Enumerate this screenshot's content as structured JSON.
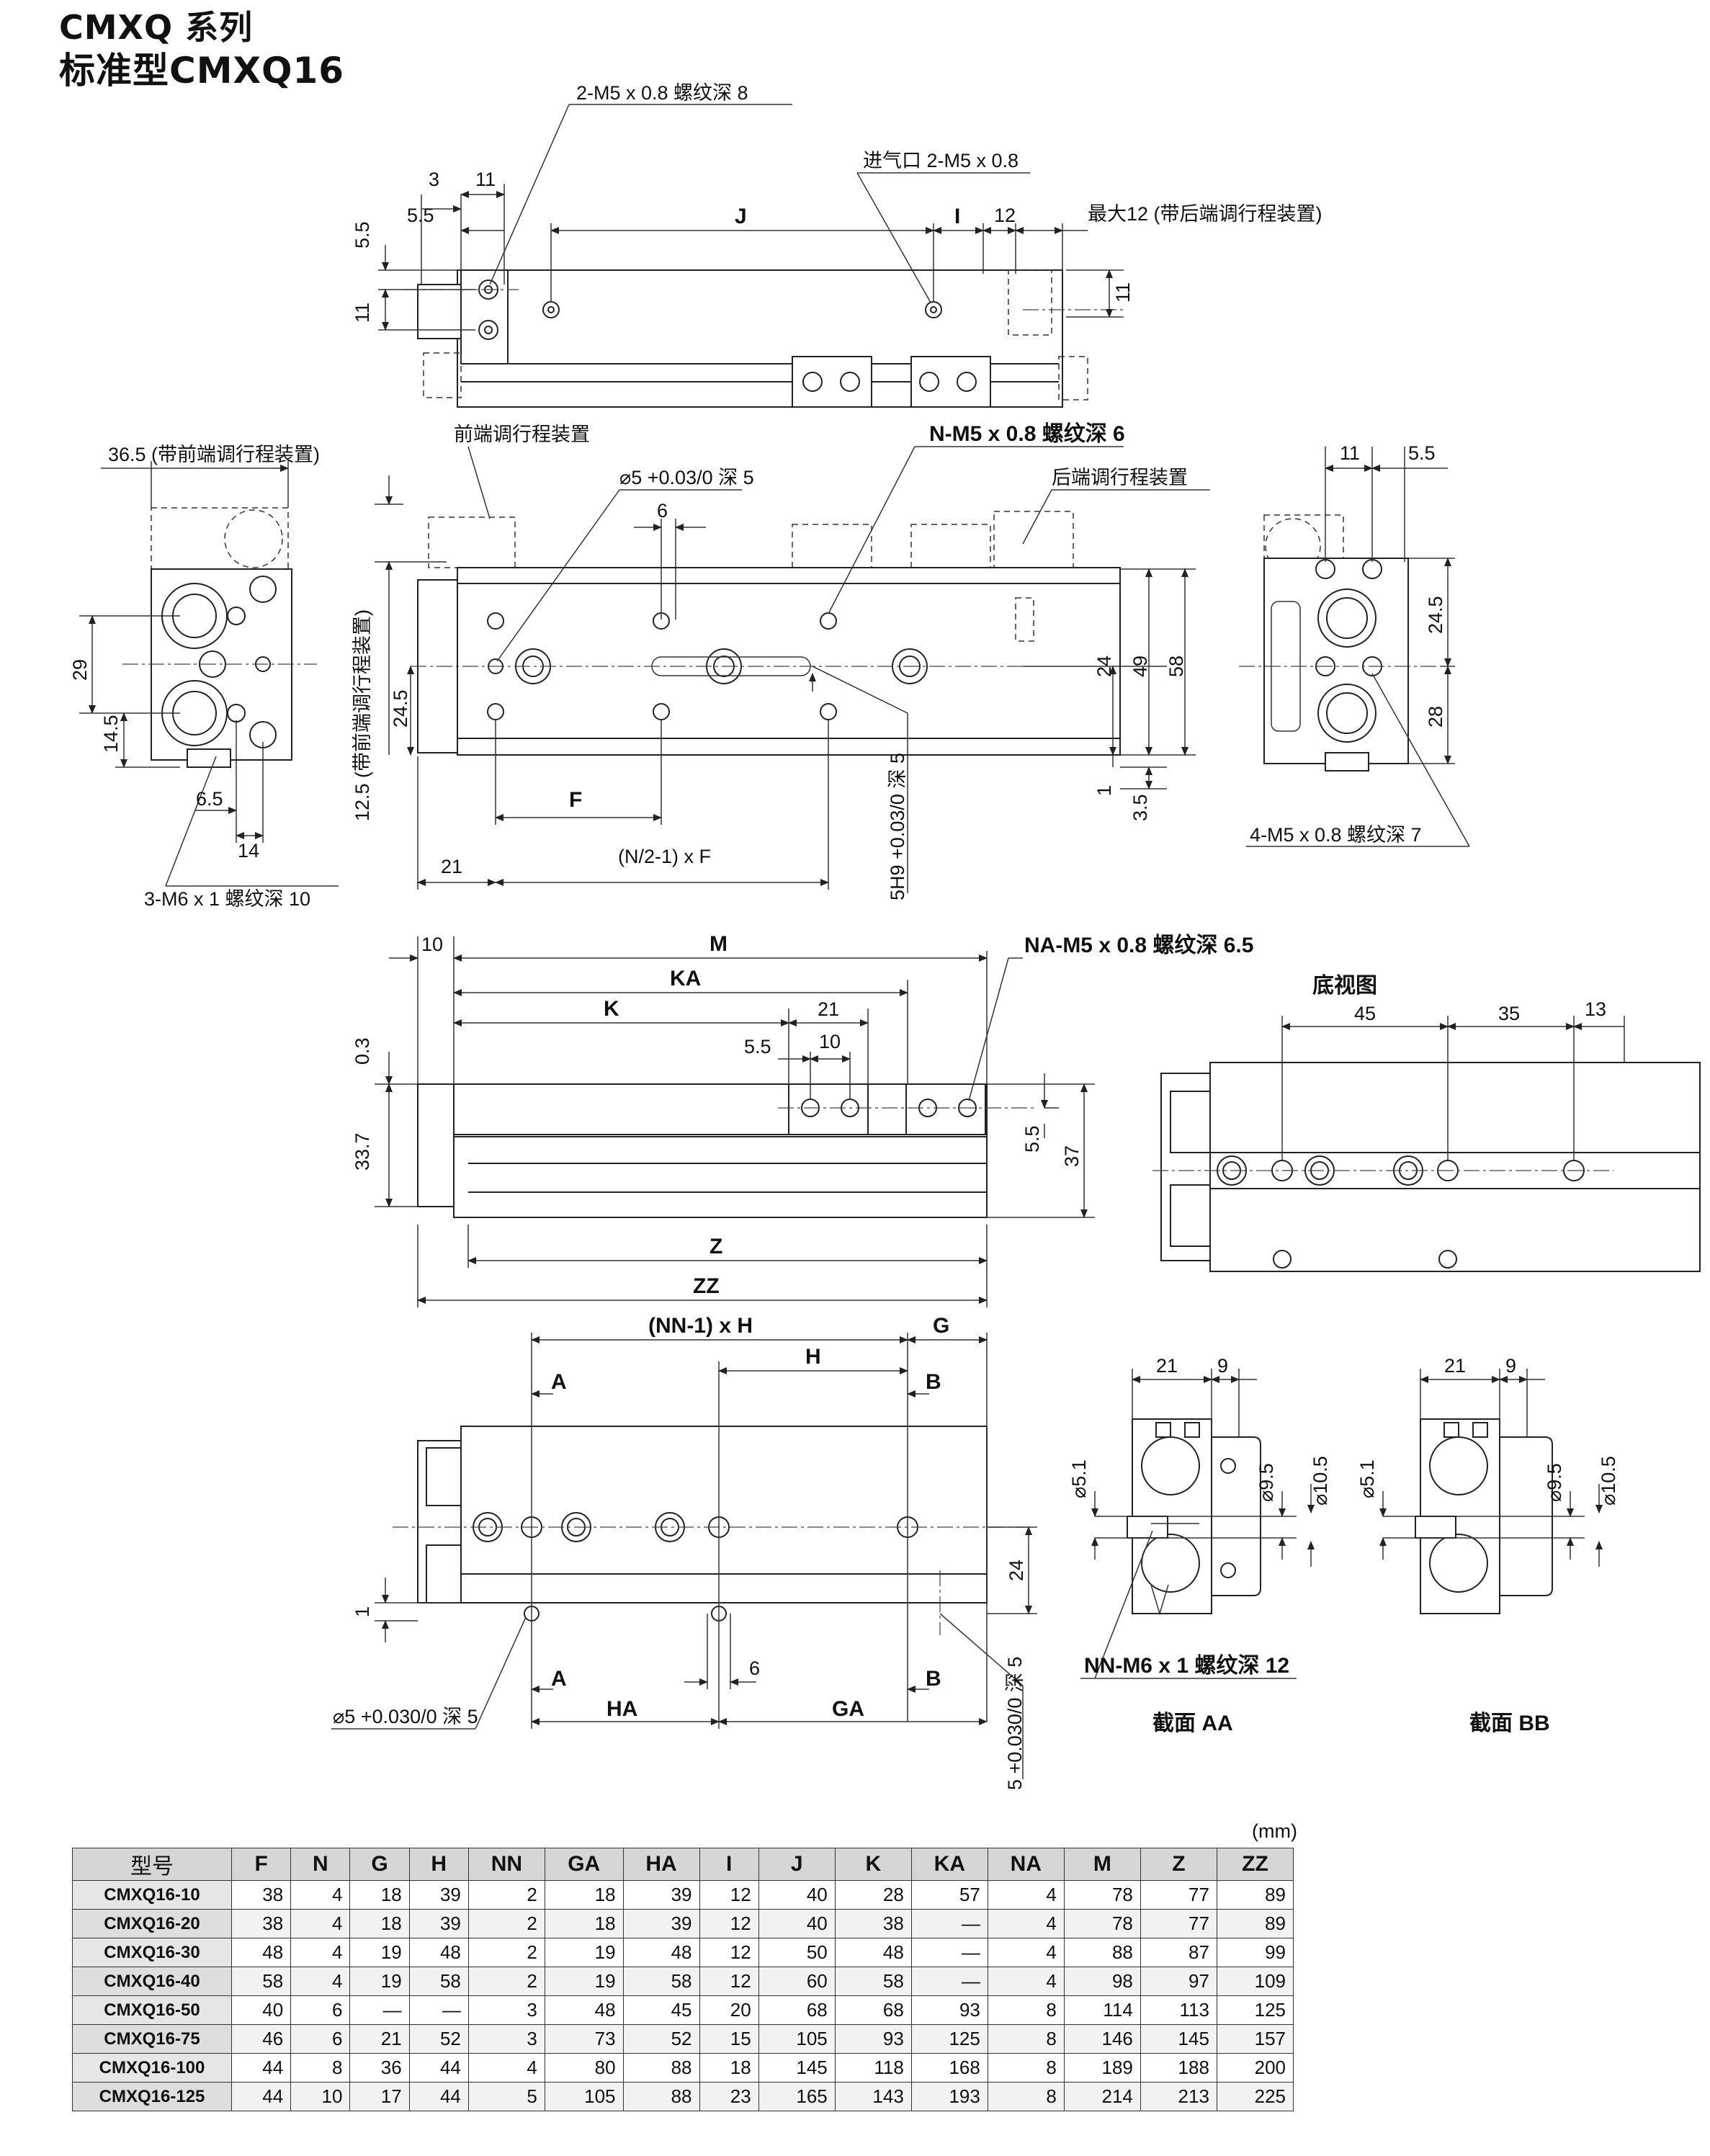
{
  "header": {
    "series": "CMXQ 系列",
    "model": "标准型CMXQ16"
  },
  "top_view": {
    "callouts": {
      "mount_holes": "2-M5 x 0.8 螺纹深 8",
      "air_port": "进气口 2-M5 x 0.8",
      "max_stroke": "最大12 (带后端调行程装置)"
    },
    "dims": {
      "d3": "3",
      "d11a": "11",
      "d55": "5.5",
      "d55v": "5.5",
      "d11v": "11",
      "J": "J",
      "I": "I",
      "d12": "12",
      "d11r": "11"
    }
  },
  "front_view": {
    "callouts": {
      "front_adjuster": "前端调行程装置",
      "pin_hole": "⌀5 +0.03/0 深 5",
      "tap_holes": "N-M5 x 0.8 螺纹深 6",
      "rear_adjuster": "后端调行程装置",
      "slot": "5H9 +0.03/0 深 5",
      "formula": "(N/2-1) x F"
    },
    "dims": {
      "d6": "6",
      "d24": "24",
      "d49": "49",
      "d58": "58",
      "d245": "24.5",
      "d125": "12.5 (带前端调行程装置)",
      "F": "F",
      "d21": "21",
      "d1": "1",
      "d35": "3.5"
    }
  },
  "left_view": {
    "callouts": {
      "stroke": "36.5 (带前端调行程装置)",
      "taps": "3-M6 x 1 螺纹深 10"
    },
    "dims": {
      "d29": "29",
      "d145": "14.5",
      "d65": "6.5",
      "d14": "14"
    }
  },
  "right_view": {
    "callouts": {
      "taps": "4-M5 x 0.8  螺纹深 7"
    },
    "dims": {
      "d11": "11",
      "d55": "5.5",
      "d245": "24.5",
      "d28": "28"
    }
  },
  "side_view": {
    "callouts": {
      "taps": "NA-M5 x 0.8 螺纹深 6.5"
    },
    "dims": {
      "d10": "10",
      "M": "M",
      "KA": "KA",
      "K": "K",
      "d21": "21",
      "d55": "5.5",
      "d10b": "10",
      "d03": "0.3",
      "d337": "33.7",
      "d55v": "5.5",
      "d37": "37",
      "Z": "Z",
      "ZZ": "ZZ"
    }
  },
  "bottom_view": {
    "title": "底视图",
    "dims": {
      "d45": "45",
      "d35": "35",
      "d13": "13"
    }
  },
  "lower_view": {
    "callouts": {
      "formula": "(NN-1) x H",
      "pin_hole": "⌀5 +0.030/0 深 5",
      "slot": "5 +0.030/0 深 5"
    },
    "dims": {
      "G": "G",
      "H": "H",
      "A": "A",
      "B": "B",
      "d24": "24",
      "d1": "1",
      "HA": "HA",
      "GA": "GA",
      "d6": "6"
    }
  },
  "sections": {
    "aa": {
      "title": "截面 AA",
      "d21": "21",
      "d9": "9",
      "d51": "⌀5.1",
      "d95": "⌀9.5",
      "d105": "⌀10.5",
      "tap": "NN-M6 x 1 螺纹深 12"
    },
    "bb": {
      "title": "截面 BB",
      "d21": "21",
      "d9": "9",
      "d51": "⌀5.1",
      "d95": "⌀9.5",
      "d105": "⌀10.5"
    }
  },
  "spec_table": {
    "unit": "(mm)",
    "columns": [
      "型号",
      "F",
      "N",
      "G",
      "H",
      "NN",
      "GA",
      "HA",
      "I",
      "J",
      "K",
      "KA",
      "NA",
      "M",
      "Z",
      "ZZ"
    ],
    "rows": [
      [
        "CMXQ16-10",
        "38",
        "4",
        "18",
        "39",
        "2",
        "18",
        "39",
        "12",
        "40",
        "28",
        "57",
        "4",
        "78",
        "77",
        "89"
      ],
      [
        "CMXQ16-20",
        "38",
        "4",
        "18",
        "39",
        "2",
        "18",
        "39",
        "12",
        "40",
        "38",
        "—",
        "4",
        "78",
        "77",
        "89"
      ],
      [
        "CMXQ16-30",
        "48",
        "4",
        "19",
        "48",
        "2",
        "19",
        "48",
        "12",
        "50",
        "48",
        "—",
        "4",
        "88",
        "87",
        "99"
      ],
      [
        "CMXQ16-40",
        "58",
        "4",
        "19",
        "58",
        "2",
        "19",
        "58",
        "12",
        "60",
        "58",
        "—",
        "4",
        "98",
        "97",
        "109"
      ],
      [
        "CMXQ16-50",
        "40",
        "6",
        "—",
        "—",
        "3",
        "48",
        "45",
        "20",
        "68",
        "68",
        "93",
        "8",
        "114",
        "113",
        "125"
      ],
      [
        "CMXQ16-75",
        "46",
        "6",
        "21",
        "52",
        "3",
        "73",
        "52",
        "15",
        "105",
        "93",
        "125",
        "8",
        "146",
        "145",
        "157"
      ],
      [
        "CMXQ16-100",
        "44",
        "8",
        "36",
        "44",
        "4",
        "80",
        "88",
        "18",
        "145",
        "118",
        "168",
        "8",
        "189",
        "188",
        "200"
      ],
      [
        "CMXQ16-125",
        "44",
        "10",
        "17",
        "44",
        "5",
        "105",
        "88",
        "23",
        "165",
        "143",
        "193",
        "8",
        "214",
        "213",
        "225"
      ]
    ]
  }
}
